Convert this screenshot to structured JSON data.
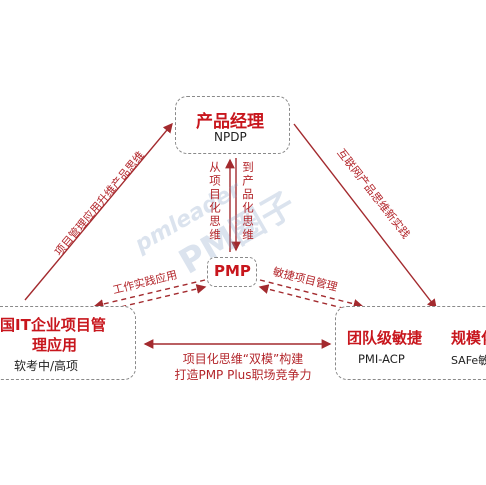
{
  "nodes": {
    "top": {
      "title": "产品经理",
      "sub": "NPDP"
    },
    "center": {
      "title": "PMP"
    },
    "left": {
      "title_line1": "国IT企业项目管",
      "title_line2": "理应用",
      "sub": "软考中/高项"
    },
    "right": {
      "title": "团队级敏捷",
      "sub": "PMI-ACP"
    },
    "far_right": {
      "title": "规模化",
      "sub": "SAFe敏"
    }
  },
  "edges": {
    "left_side": "项目管理应用升维产品思维",
    "right_side": "互联网产品思维新实践",
    "vertical_left": "从项目化思维",
    "vertical_right": "到产品化思维",
    "pmp_left": "工作实践应用",
    "pmp_right": "敏捷项目管理",
    "bottom_line1": "项目化思维“双模”构建",
    "bottom_line2": "打造PMP Plus职场竞争力"
  },
  "watermark": {
    "text": "pmleader",
    "brand": "PM圈子"
  },
  "colors": {
    "accent": "#c8161d",
    "line": "#a32a2e",
    "border": "#8a8a8a"
  }
}
